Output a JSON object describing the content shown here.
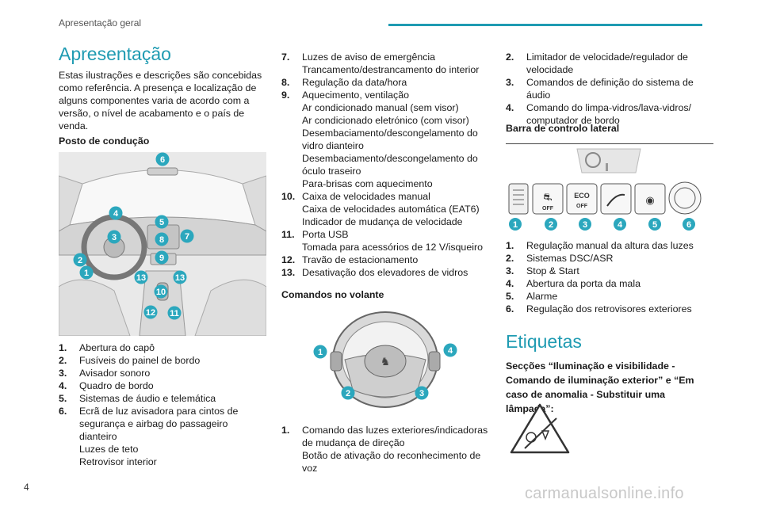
{
  "header": {
    "section": "Apresentação geral",
    "page_number": "4"
  },
  "col1": {
    "title": "Apresentação",
    "intro": "Estas ilustrações e descrições são concebidas como referência. A presença e localização de alguns componentes varia de acordo com a versão, o nível de acabamento e o país de venda.",
    "subtitle": "Posto de condução",
    "items": [
      {
        "n": "1.",
        "t": "Abertura do capô"
      },
      {
        "n": "2.",
        "t": "Fusíveis do painel de bordo"
      },
      {
        "n": "3.",
        "t": "Avisador sonoro"
      },
      {
        "n": "4.",
        "t": "Quadro de bordo"
      },
      {
        "n": "5.",
        "t": "Sistemas de áudio e telemática"
      },
      {
        "n": "6.",
        "t": "Ecrã de luz avisadora para cintos de segurança e airbag do passageiro dianteiro\nLuzes de teto\nRetrovisor interior"
      }
    ]
  },
  "col2": {
    "items": [
      {
        "n": "7.",
        "t": "Luzes de aviso de emergência\nTrancamento/destrancamento do interior"
      },
      {
        "n": "8.",
        "t": "Regulação da data/hora"
      },
      {
        "n": "9.",
        "t": "Aquecimento, ventilação\nAr condicionado manual (sem visor)\nAr condicionado eletrónico (com visor)\nDesembaciamento/descongelamento do vidro dianteiro\nDesembaciamento/descongelamento do óculo traseiro\nPara-brisas com aquecimento"
      },
      {
        "n": "10.",
        "t": "Caixa de velocidades manual\nCaixa de velocidades automática (EAT6)\nIndicador de mudança de velocidade"
      },
      {
        "n": "11.",
        "t": "Porta USB\nTomada para acessórios de 12 V/isqueiro"
      },
      {
        "n": "12.",
        "t": "Travão de estacionamento"
      },
      {
        "n": "13.",
        "t": "Desativação dos elevadores de vidros"
      }
    ],
    "subtitle": "Comandos no volante",
    "items2": [
      {
        "n": "1.",
        "t": "Comando das luzes exteriores/indicadoras de mudança de direção\nBotão de ativação do reconhecimento de voz"
      }
    ]
  },
  "col3": {
    "items": [
      {
        "n": "2.",
        "t": "Limitador de velocidade/regulador de velocidade"
      },
      {
        "n": "3.",
        "t": "Comandos de definição do sistema de áudio"
      },
      {
        "n": "4.",
        "t": "Comando do limpa-vidros/lava-vidros/ computador de bordo"
      }
    ],
    "subtitle": "Barra de controlo lateral",
    "items2": [
      {
        "n": "1.",
        "t": "Regulação manual da altura das luzes"
      },
      {
        "n": "2.",
        "t": "Sistemas DSC/ASR"
      },
      {
        "n": "3.",
        "t": "Stop & Start"
      },
      {
        "n": "4.",
        "t": "Abertura da porta da mala"
      },
      {
        "n": "5.",
        "t": "Alarme"
      },
      {
        "n": "6.",
        "t": "Regulação dos retrovisores exteriores"
      }
    ],
    "title2": "Etiquetas",
    "note": "Secções “Iluminação e visibilidade - Comando de iluminação exterior” e “Em caso de anomalia - Substituir uma lâmpada”:"
  },
  "badges": {
    "cockpit": [
      "6",
      "4",
      "5",
      "3",
      "8",
      "7",
      "2",
      "9",
      "1",
      "13",
      "13",
      "10",
      "12",
      "11"
    ],
    "wheel": [
      "1",
      "4",
      "2",
      "3"
    ],
    "bar": [
      "1",
      "2",
      "3",
      "4",
      "5",
      "6"
    ],
    "eco_label": "ECO",
    "off_label": "OFF"
  },
  "watermark": "carmanualsonline.info",
  "colors": {
    "accent": "#1f9bb2",
    "badge": "#2ba7bd"
  }
}
